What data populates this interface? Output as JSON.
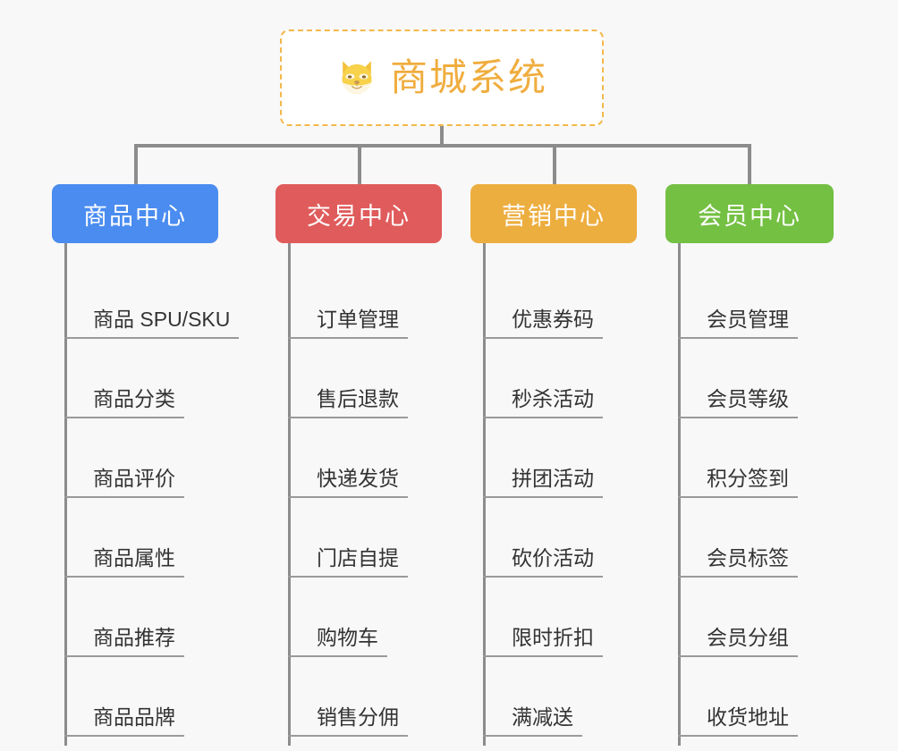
{
  "root": {
    "title": "商城系统",
    "icon": "shiba-dog-face-emoji",
    "border_color": "#f2b84b",
    "text_color": "#f0ad3e",
    "background": "#ffffff"
  },
  "canvas": {
    "background": "#f8f8f8",
    "connector_color": "#8c8c8c",
    "leaf_underline_color": "#9a9a9a",
    "leaf_text_color": "#333333"
  },
  "branches": [
    {
      "title": "商品中心",
      "color": "#4a8cf0",
      "leaves": [
        "商品 SPU/SKU",
        "商品分类",
        "商品评价",
        "商品属性",
        "商品推荐",
        "商品品牌"
      ]
    },
    {
      "title": "交易中心",
      "color": "#e05b5b",
      "leaves": [
        "订单管理",
        "售后退款",
        "快递发货",
        "门店自提",
        "购物车",
        "销售分佣"
      ]
    },
    {
      "title": "营销中心",
      "color": "#edae40",
      "leaves": [
        "优惠券码",
        "秒杀活动",
        "拼团活动",
        "砍价活动",
        "限时折扣",
        "满减送"
      ]
    },
    {
      "title": "会员中心",
      "color": "#74c043",
      "leaves": [
        "会员管理",
        "会员等级",
        "积分签到",
        "会员标签",
        "会员分组",
        "收货地址"
      ]
    }
  ]
}
